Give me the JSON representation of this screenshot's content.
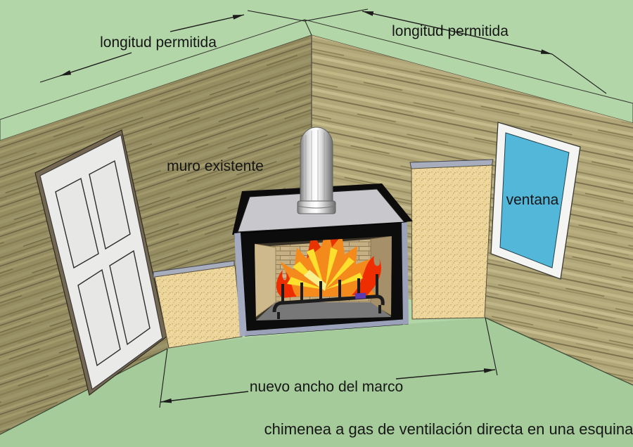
{
  "diagram": {
    "caption": "chimenea a gas de ventilación directa en una esquina",
    "labels": {
      "allowed_length_left": "longitud permitida",
      "allowed_length_right": "longitud permitida",
      "existing_wall": "muro existente",
      "window": "ventana",
      "new_frame_width": "nuevo ancho del marco"
    },
    "colors": {
      "background": "#b3d6a8",
      "floor": "#a6cb9a",
      "wall_cap_left": "#e9e9e7",
      "wall_cap_right": "#f3f3f1",
      "door_face": "#eaeae8",
      "door_panel": "#e7e7e5",
      "door_jamb": "#746852",
      "window_frame": "#f4f4f2",
      "window_glass": "#53b7da",
      "new_panel_trim": "#a8adbd",
      "fireplace_body": "#0c0c0c",
      "fireplace_top": "#c8c8cc",
      "firebox_floor": "#787878",
      "flame_red": "#ee2e00",
      "flame_orange": "#f58a1c",
      "flame_yellow": "#ffdf2e",
      "text": "#161616"
    }
  }
}
